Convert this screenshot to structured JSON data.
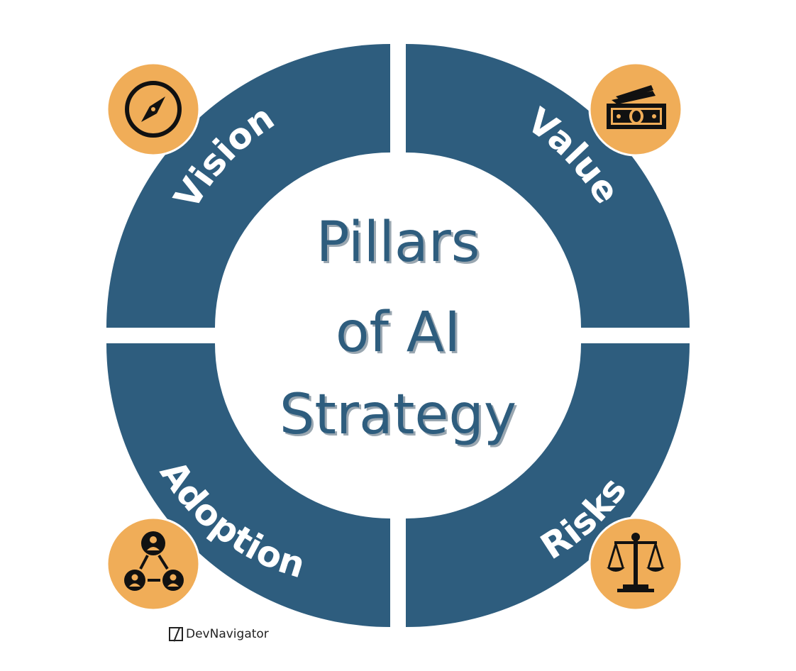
{
  "title": {
    "line1": "Pillars",
    "line2": "of AI",
    "line3": "Strategy"
  },
  "pillars": [
    {
      "label": "Vision",
      "icon": "compass-icon"
    },
    {
      "label": "Value",
      "icon": "money-bill-icon"
    },
    {
      "label": "Adoption",
      "icon": "people-network-icon"
    },
    {
      "label": "Risks",
      "icon": "balance-scale-icon"
    }
  ],
  "brand": {
    "name": "DevNavigator"
  },
  "colors": {
    "ring": "#2e5d7e",
    "icon_badge": "#f0ad58",
    "title": "#2e5d7e",
    "label": "#ffffff"
  }
}
